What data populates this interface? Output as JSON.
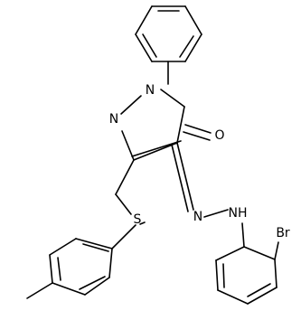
{
  "molecule": {
    "atoms": {
      "n_ring_upper": "N",
      "n_ring_lower": "N",
      "o_carbonyl": "O",
      "s_thioether": "S",
      "n_hydrazone": "N",
      "nh_hydrazone": "NH",
      "br_substituent": "Br"
    }
  }
}
